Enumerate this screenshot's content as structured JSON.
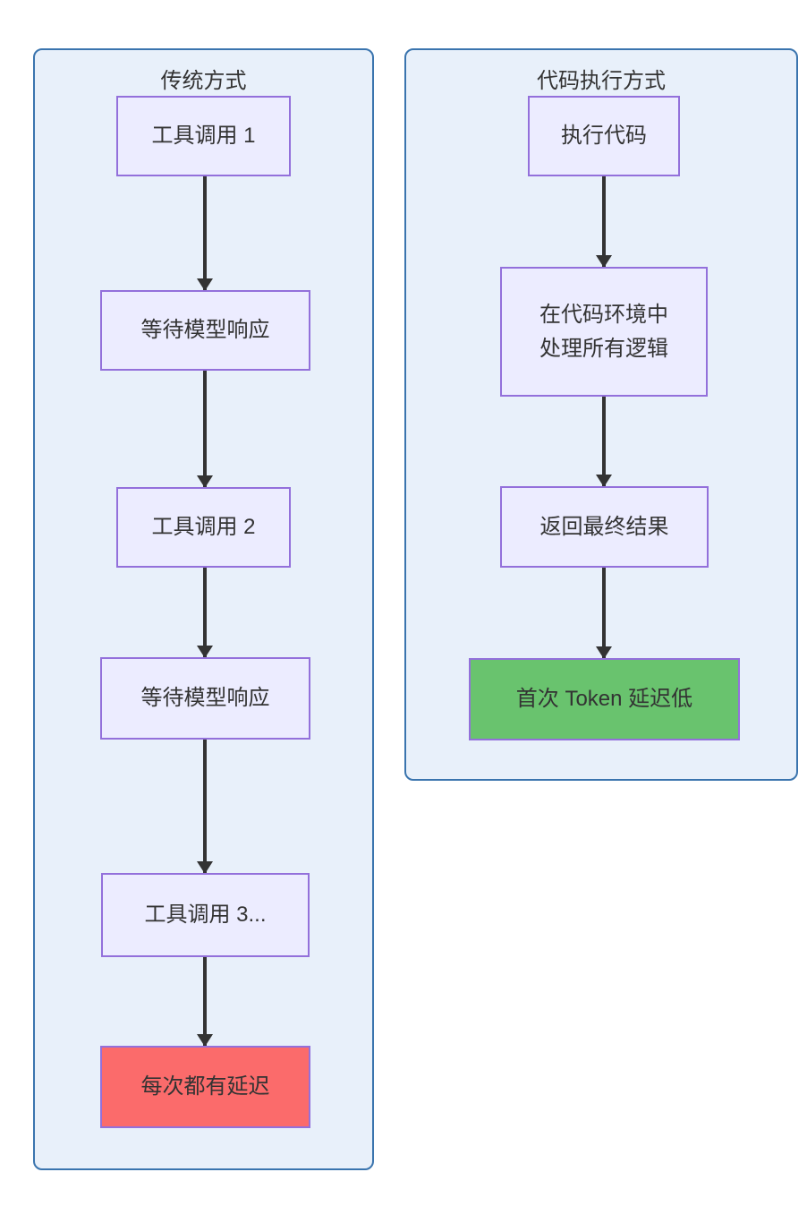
{
  "diagram": {
    "type": "flowchart-comparison",
    "panels": [
      {
        "title": "传统方式",
        "nodes": [
          {
            "label": "工具调用 1",
            "type": "normal"
          },
          {
            "label": "等待模型响应",
            "type": "normal"
          },
          {
            "label": "工具调用 2",
            "type": "normal"
          },
          {
            "label": "等待模型响应",
            "type": "normal"
          },
          {
            "label": "工具调用 3...",
            "type": "normal"
          },
          {
            "label": "每次都有延迟",
            "type": "error"
          }
        ]
      },
      {
        "title": "代码执行方式",
        "nodes": [
          {
            "label": "执行代码",
            "type": "normal"
          },
          {
            "label": "在代码环境中\n处理所有逻辑",
            "type": "normal"
          },
          {
            "label": "返回最终结果",
            "type": "normal"
          },
          {
            "label": "首次 Token 延迟低",
            "type": "success"
          }
        ]
      }
    ],
    "colors": {
      "panel_fill": "#e8f0fa",
      "panel_border": "#3a74ae",
      "node_fill": "#ececff",
      "node_border": "#9370db",
      "error_fill": "#fb6b6b",
      "success_fill": "#69c36e",
      "arrow": "#333333",
      "text": "#333333"
    }
  }
}
